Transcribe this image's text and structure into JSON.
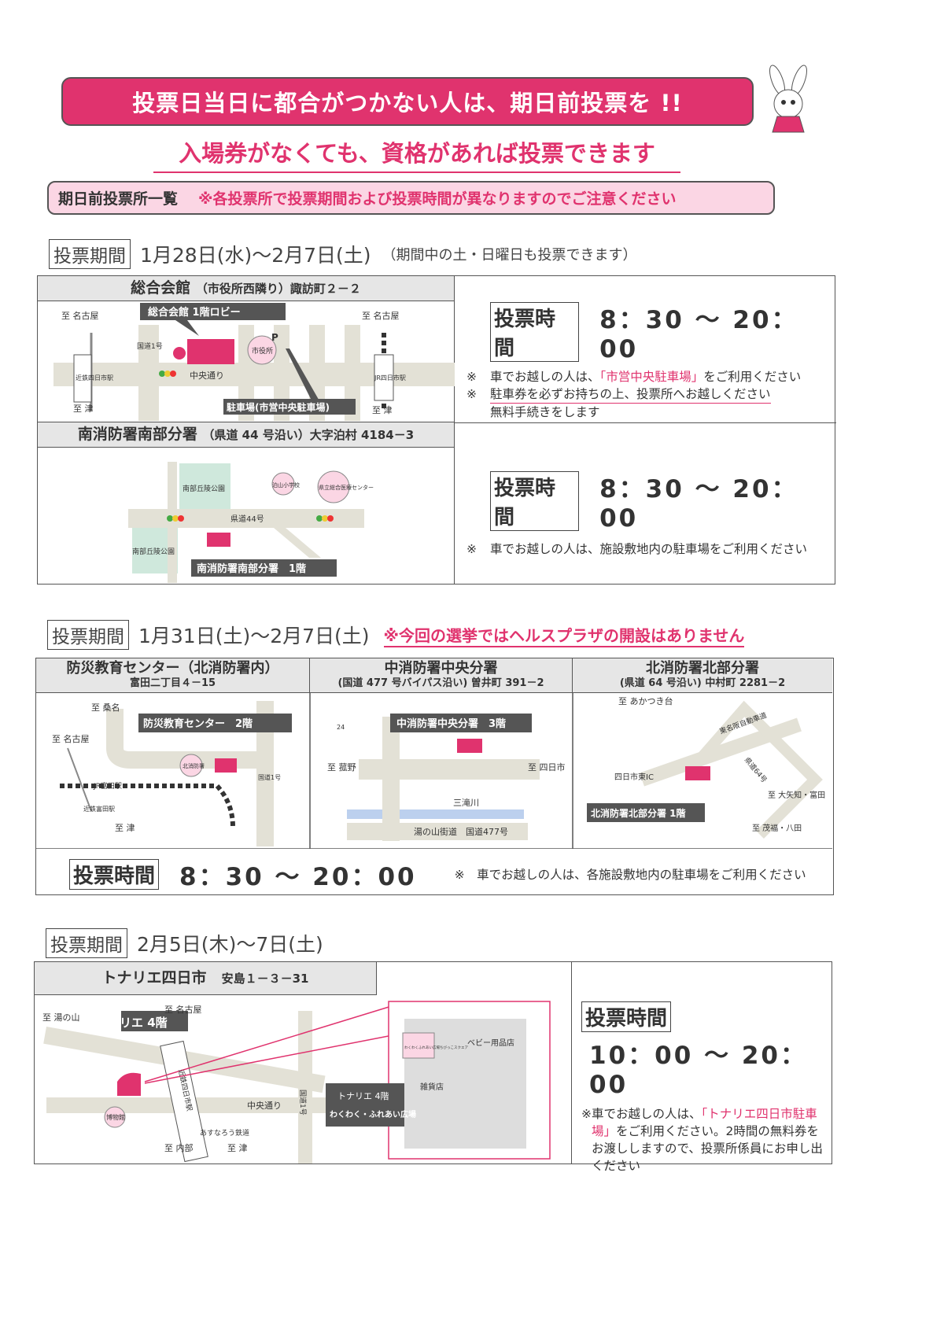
{
  "header": {
    "banner": "投票日当日に都合がつかない人は、期日前投票を !!",
    "subtitle": "入場券がなくても、資格があれば投票できます",
    "list_title": "期日前投票所一覧",
    "list_note": "※各投票所で投票期間および投票時間が異なりますのでご注意ください"
  },
  "colors": {
    "accent": "#e0336e",
    "light_pink": "#fbd6e4",
    "header_gray": "#e6e6e6",
    "road": "#e3e1d6",
    "park": "#cfe8dc"
  },
  "period_label": "投票期間",
  "hours_label": "投票時間",
  "section1": {
    "period": "1月28日(水)～2月7日(土)",
    "period_note": "（期間中の土・日曜日も投票できます）",
    "venue1": {
      "name": "総合会館",
      "address": "（市役所西隣り）諏訪町２－２",
      "hours": "8：30 ～ 20：00",
      "notes": [
        {
          "mark": "※",
          "text_pre": "車でお越しの人は、",
          "text_pink": "「市営中央駐車場」",
          "text_post": "をご利用ください"
        },
        {
          "mark": "※",
          "text": "駐車券を必ずお持ちの上、投票所へお越しください"
        },
        {
          "mark": "",
          "text": "無料手続きをします"
        }
      ],
      "map": {
        "callout": "総合会館 1階ロビー",
        "to_nagoya_l": "至 名古屋",
        "to_nagoya_r": "至 名古屋",
        "to_tsu_l": "至 津",
        "to_tsu_r": "至 津",
        "kintetsu": "近鉄四日市駅",
        "jr": "JR四日市駅",
        "route1": "国道1号",
        "street": "中央通り",
        "cityhall": "市役所",
        "p": "P",
        "parking": "駐車場(市営中央駐車場)"
      }
    },
    "venue2": {
      "name": "南消防署南部分署",
      "address": "（県道 44 号沿い）大字泊村 4184－3",
      "hours": "8：30 ～ 20：00",
      "notes": [
        {
          "mark": "※",
          "text": "車でお越しの人は、施設敷地内の駐車場をご利用ください"
        }
      ],
      "map": {
        "park1": "南部丘陵公園",
        "park2": "南部丘陵公園",
        "school": "泊山小学校",
        "hospital": "県立総合医療センター",
        "road": "県道44号",
        "callout": "南消防署南部分署　1階"
      }
    }
  },
  "section2": {
    "period": "1月31日(土)～2月7日(土)",
    "warning": "※今回の選挙ではヘルスプラザの開設はありません",
    "venues": [
      {
        "name": "防災教育センター（北消防署内）",
        "address": "富田二丁目４－15",
        "map": {
          "callout": "防災教育センター　2階",
          "to_kuwana": "至 桑名",
          "to_nagoya": "至 名古屋",
          "station": "JR富田駅",
          "kintetsu": "近鉄富田駅",
          "to_tsu": "至 津",
          "fire": "北消防署",
          "route": "国道1号"
        }
      },
      {
        "name": "中消防署中央分署",
        "address": "(国道 477 号バイパス沿い) 曽井町 391－2",
        "map": {
          "callout": "中消防署中央分署　3階",
          "to_komono": "至 菰野",
          "to_yokkaichi": "至 四日市",
          "river": "三滝川",
          "road": "湯の山街道　国道477号",
          "route_no": "24"
        }
      },
      {
        "name": "北消防署北部分署",
        "address": "(県道 64 号沿い) 中村町 2281－2",
        "map": {
          "to_akatsuki": "至 あかつき台",
          "expressway": "東名阪自動車道",
          "route": "県道64号",
          "ic": "四日市東IC",
          "to_oyachi": "至 大矢知・富田",
          "to_mohara": "至 茂福・八田",
          "callout": "北消防署北部分署 1階"
        }
      }
    ],
    "hours": "8：30 ～ 20：00",
    "note": {
      "mark": "※",
      "text": "車でお越しの人は、各施設敷地内の駐車場をご利用ください"
    }
  },
  "section3": {
    "period": "2月5日(木)～7日(土)",
    "venue": {
      "name": "トナリエ四日市",
      "address": "安島１－３－31",
      "hours": "10：00 ～ 20：00",
      "note": {
        "mark": "※",
        "pre": "車でお越しの人は、",
        "pink": "「トナリエ四日市駐車場」",
        "post": "をご利用ください。2時間の無料券をお渡ししますので、投票所係員にお申し出ください"
      },
      "map": {
        "to_yunoyama": "至 湯の山",
        "to_nagoya": "至 名古屋",
        "callout": "トナリエ 4階",
        "museum": "博物館",
        "kintetsu": "近鉄四日市駅",
        "route": "国道1号",
        "street": "中央通り",
        "asunarou": "あすなろう鉄道",
        "to_uchibe": "至 内部",
        "to_tsu": "至 津",
        "floor_callout_1": "トナリエ 4階",
        "floor_callout_2": "わくわく・ふれあい広場",
        "plaza": "わくわくふれあい広場ちびっこスクエア",
        "baby": "ベビー用品店",
        "goods": "雑貨店"
      }
    }
  }
}
